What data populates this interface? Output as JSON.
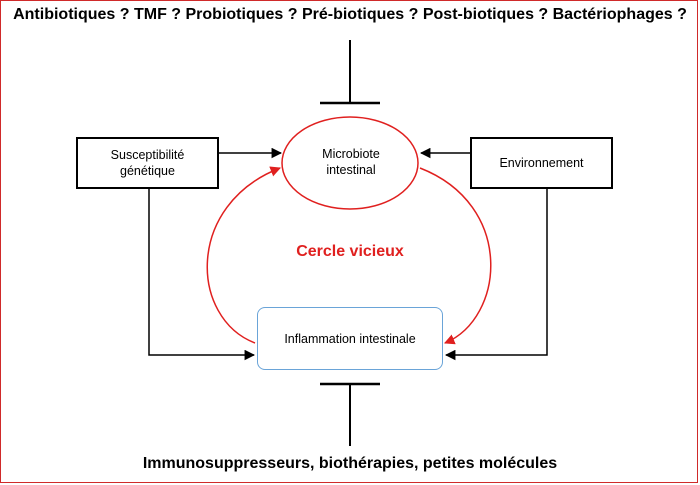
{
  "top_title": "Antibiotiques ? TMF ? Probiotiques ? Pré-biotiques ? Post-biotiques ? Bactériophages ?",
  "bottom_title": "Immunosuppresseurs, biothérapies, petites molécules",
  "nodes": {
    "genetic": "Susceptibilité génétique",
    "microbiote": "Microbiote intestinal",
    "environment": "Environnement",
    "inflammation": "Inflammation intestinale"
  },
  "cycle_label": "Cercle vicieux",
  "colors": {
    "frame": "#d02a2a",
    "cycle": "#e0201f",
    "inflammation_border": "#6aa4d8"
  }
}
